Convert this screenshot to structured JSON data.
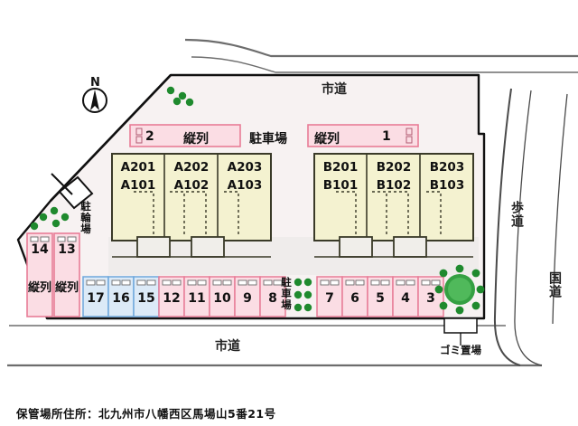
{
  "document": {
    "type": "site-plan",
    "address_label": "保管場所住所：北九州市八幡西区馬場山5番21号"
  },
  "compass": {
    "north_label": "N"
  },
  "roads": {
    "top": "市道",
    "bottom": "市道",
    "right_sidewalk": "歩道",
    "right_highway": "国道"
  },
  "facilities": {
    "bicycle_parking": "駐輪場",
    "garbage_area": "ゴミ置場",
    "parking_center": "駐車場",
    "parking_header": "駐車場"
  },
  "tandem_headers": [
    {
      "number": "2",
      "label": "縦列"
    },
    {
      "label": "縦列",
      "number": "1"
    }
  ],
  "buildings": [
    {
      "name": "A",
      "units": [
        {
          "upper": "A201",
          "lower": "A101"
        },
        {
          "upper": "A202",
          "lower": "A102"
        },
        {
          "upper": "A203",
          "lower": "A103"
        }
      ]
    },
    {
      "name": "B",
      "units": [
        {
          "upper": "B201",
          "lower": "B101"
        },
        {
          "upper": "B202",
          "lower": "B102"
        },
        {
          "upper": "B203",
          "lower": "B103"
        }
      ]
    }
  ],
  "tandem_stalls_left": [
    {
      "number": "14",
      "tandem": "縦列"
    },
    {
      "number": "13",
      "tandem": "縦列"
    }
  ],
  "stalls_bottom_blue": [
    "17",
    "16",
    "15"
  ],
  "stalls_bottom_pink_left": [
    "12",
    "11",
    "10",
    "9",
    "8"
  ],
  "stalls_bottom_pink_right": [
    "7",
    "6",
    "5",
    "4",
    "3"
  ],
  "colors": {
    "pink_fill": "#fbdde4",
    "pink_stroke": "#e87d97",
    "blue_fill": "#dceaf7",
    "blue_stroke": "#6fa8dc",
    "building_fill": "#f4f2d0",
    "building_stroke": "#3a3a28",
    "ground_fill": "#f7f2f2",
    "green": "#1f8a2e",
    "road_line": "#6d6d6d"
  }
}
